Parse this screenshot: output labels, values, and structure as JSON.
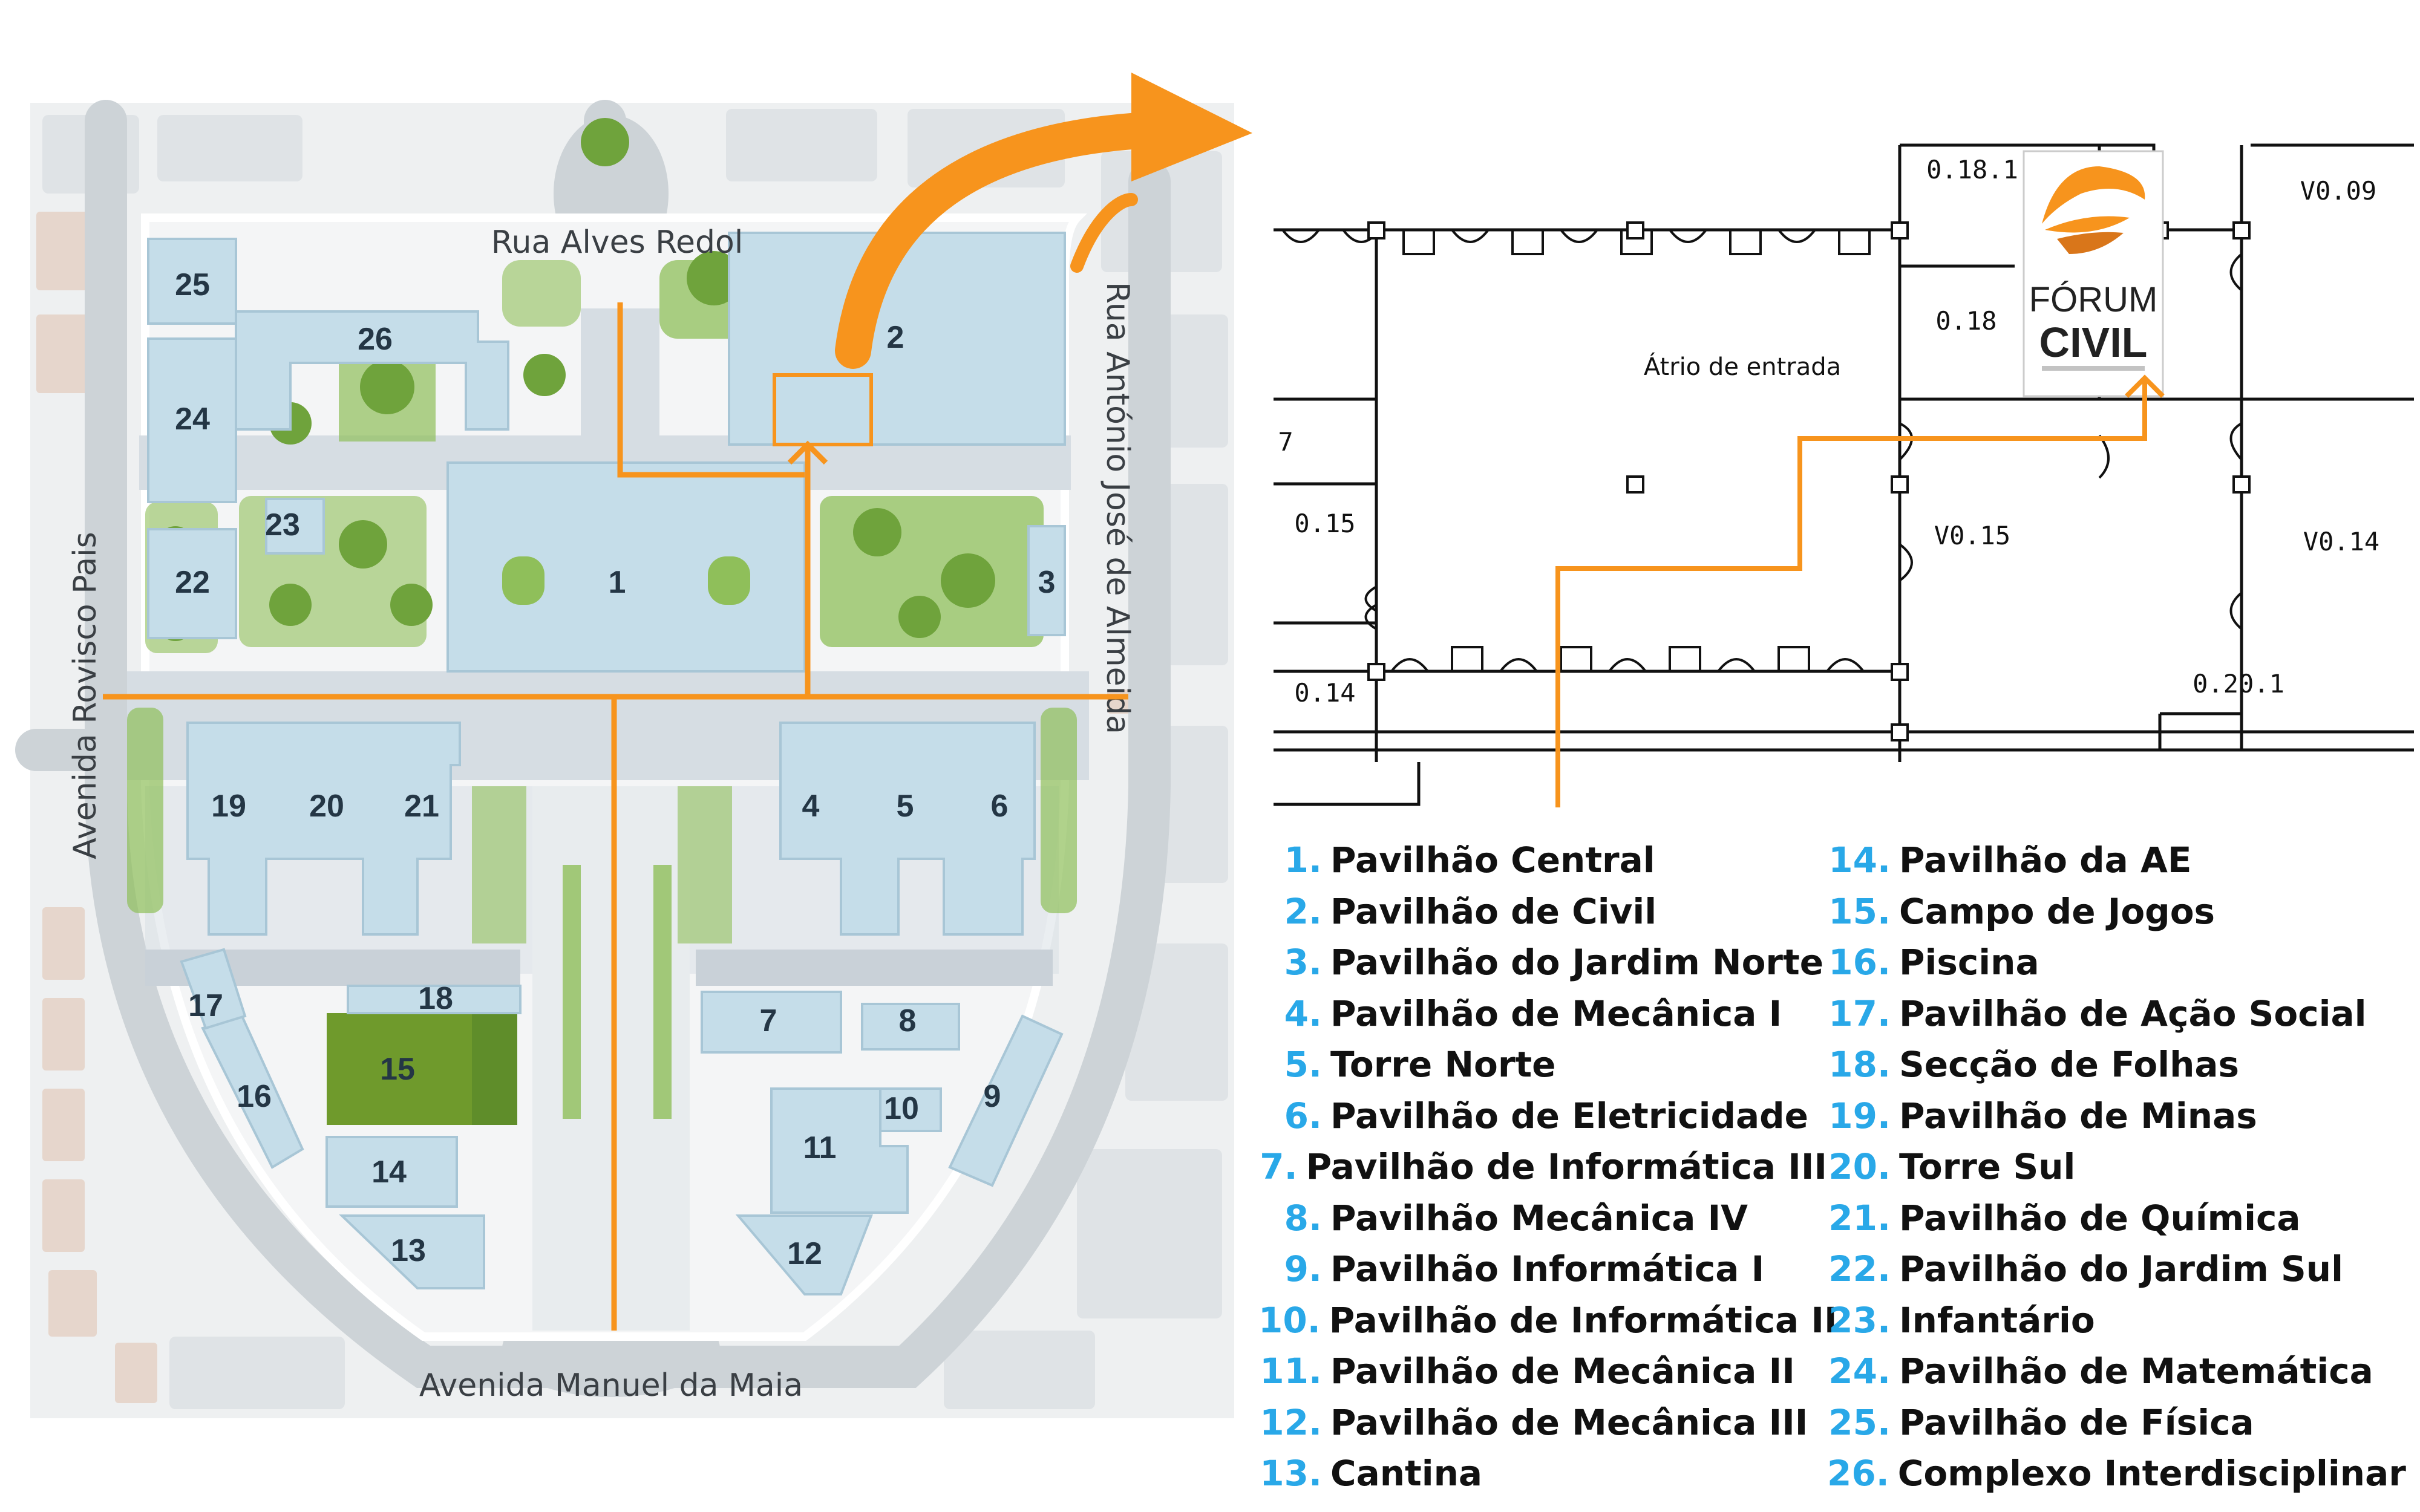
{
  "colors": {
    "route": "#f7941d",
    "building": "#c5dde9",
    "building_edge": "#a8c6d6",
    "sports_field": "#6f9a2c",
    "greenery": "#8fbf5a",
    "plaza": "#dfe4e8",
    "legend_number": "#29a8e8",
    "legend_text": "#111111"
  },
  "campus_map": {
    "streets": {
      "north": "Rua Alves Redol",
      "south": "Avenida Manuel da Maia",
      "west": "Avenida Rovisco Pais",
      "east": "Rua António José de Almeida"
    },
    "buildings": [
      "1",
      "2",
      "3",
      "4",
      "5",
      "6",
      "7",
      "8",
      "9",
      "10",
      "11",
      "12",
      "13",
      "14",
      "15",
      "16",
      "17",
      "18",
      "19",
      "20",
      "21",
      "22",
      "23",
      "24",
      "25",
      "26"
    ]
  },
  "floor_plan": {
    "atrium_label": "Átrio de entrada",
    "rooms": [
      "0.18.1",
      "0.18",
      "V0.09",
      "7",
      "0.15",
      "V0.15",
      "V0.14",
      "0.14",
      "0.20.1"
    ],
    "logo_text": {
      "line1": "FÓRUM",
      "line2": "CIVIL"
    }
  },
  "legend": [
    {
      "num": "1.",
      "name": "Pavilhão Central"
    },
    {
      "num": "2.",
      "name": "Pavilhão de Civil"
    },
    {
      "num": "3.",
      "name": "Pavilhão do Jardim Norte"
    },
    {
      "num": "4.",
      "name": "Pavilhão de Mecânica I"
    },
    {
      "num": "5.",
      "name": "Torre Norte"
    },
    {
      "num": "6.",
      "name": "Pavilhão de Eletricidade"
    },
    {
      "num": "7.",
      "name": "Pavilhão de Informática III"
    },
    {
      "num": "8.",
      "name": "Pavilhão Mecânica IV"
    },
    {
      "num": "9.",
      "name": "Pavilhão Informática I"
    },
    {
      "num": "10.",
      "name": "Pavilhão de Informática II"
    },
    {
      "num": "11.",
      "name": "Pavilhão de Mecânica II"
    },
    {
      "num": "12.",
      "name": "Pavilhão de Mecânica III"
    },
    {
      "num": "13.",
      "name": "Cantina"
    },
    {
      "num": "14.",
      "name": "Pavilhão da AE"
    },
    {
      "num": "15.",
      "name": "Campo de Jogos"
    },
    {
      "num": "16.",
      "name": "Piscina"
    },
    {
      "num": "17.",
      "name": "Pavilhão de Ação Social"
    },
    {
      "num": "18.",
      "name": "Secção de Folhas"
    },
    {
      "num": "19.",
      "name": "Pavilhão de Minas"
    },
    {
      "num": "20.",
      "name": "Torre Sul"
    },
    {
      "num": "21.",
      "name": "Pavilhão de Química"
    },
    {
      "num": "22.",
      "name": "Pavilhão do Jardim Sul"
    },
    {
      "num": "23.",
      "name": "Infantário"
    },
    {
      "num": "24.",
      "name": "Pavilhão de Matemática"
    },
    {
      "num": "25.",
      "name": "Pavilhão de Física"
    },
    {
      "num": "26.",
      "name": " Complexo Interdisciplinar"
    }
  ]
}
